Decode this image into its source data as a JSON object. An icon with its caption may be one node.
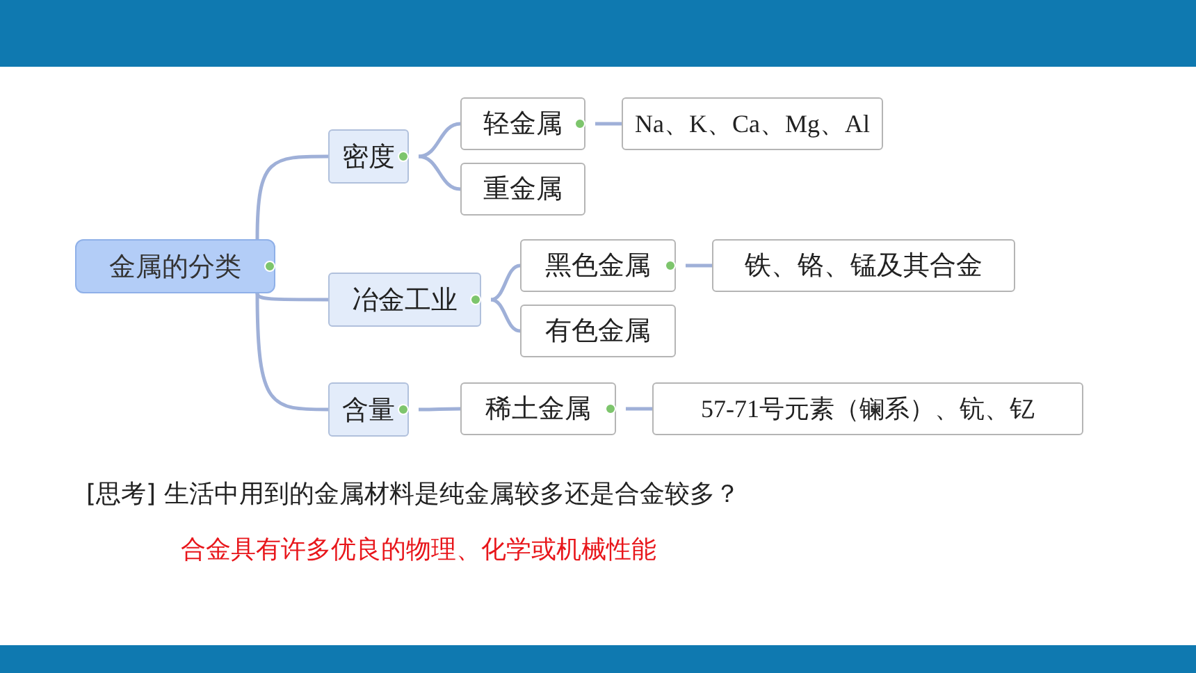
{
  "diagram": {
    "nodes": [
      {
        "text": [
          "金属的分类"
        ]
      },
      {
        "text": [
          "密度"
        ]
      },
      {
        "text": [
          "轻金属"
        ]
      },
      {
        "text": [
          "Na、K、Ca、Mg、Al"
        ]
      },
      {
        "text": [
          "重金属"
        ]
      },
      {
        "text": [
          "冶金工业"
        ]
      },
      {
        "text": [
          "黑色金属"
        ]
      },
      {
        "text": [
          "铁、铬、锰及其合金"
        ]
      },
      {
        "text": [
          "有色金属"
        ]
      },
      {
        "text": [
          "含量"
        ]
      },
      {
        "text": [
          "稀土金属"
        ]
      },
      {
        "text": [
          "57-71号元素（镧系）、钪、钇"
        ]
      }
    ],
    "edges": [
      {
        "from": 0,
        "to": 1,
        "arrow": "none"
      },
      {
        "from": 0,
        "to": 5,
        "arrow": "none"
      },
      {
        "from": 0,
        "to": 9,
        "arrow": "none"
      },
      {
        "from": 1,
        "to": 2,
        "arrow": "none"
      },
      {
        "from": 1,
        "to": 4,
        "arrow": "none"
      },
      {
        "from": 2,
        "to": 3,
        "arrow": "none"
      },
      {
        "from": 5,
        "to": 6,
        "arrow": "none"
      },
      {
        "from": 5,
        "to": 8,
        "arrow": "none"
      },
      {
        "from": 6,
        "to": 7,
        "arrow": "none"
      },
      {
        "from": 9,
        "to": 10,
        "arrow": "none"
      },
      {
        "from": 10,
        "to": 11,
        "arrow": "none"
      }
    ],
    "labels": [
      "[思考] 生活中用到的金属材料是纯金属较多还是合金较多？",
      "合金具有许多优良的物理、化学或机械性能"
    ]
  }
}
